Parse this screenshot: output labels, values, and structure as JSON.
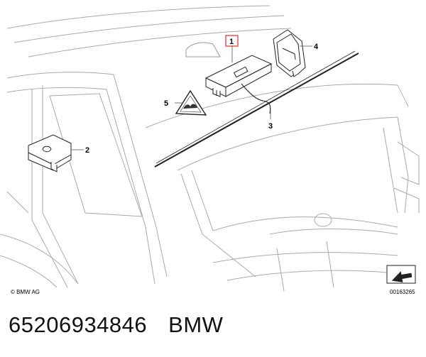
{
  "diagram": {
    "callouts": [
      "1",
      "2",
      "3",
      "4",
      "5"
    ],
    "copyright": "© BMW AG",
    "drawing_number": "00163265",
    "icons": {
      "watermark_arrow": "bmw-next-arrow-icon",
      "warning_label": "warning-triangle-icon"
    },
    "colors": {
      "highlight_box": "#e23a3a",
      "lines": "#555555"
    }
  },
  "caption": {
    "part_number": "65206934846",
    "brand": "BMW"
  }
}
